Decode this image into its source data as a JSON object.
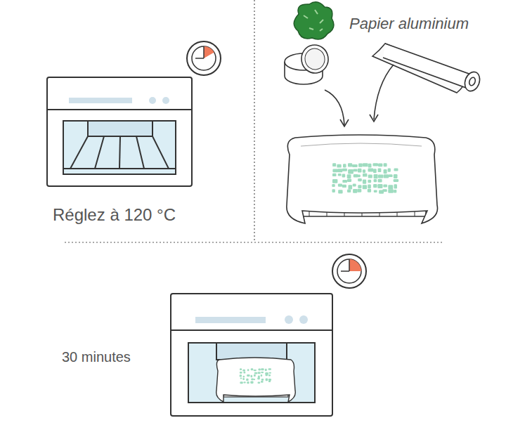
{
  "diagram": {
    "labels": [
      "Réglez à 120 °C",
      "Papier aluminium",
      "30 minutes"
    ]
  }
}
